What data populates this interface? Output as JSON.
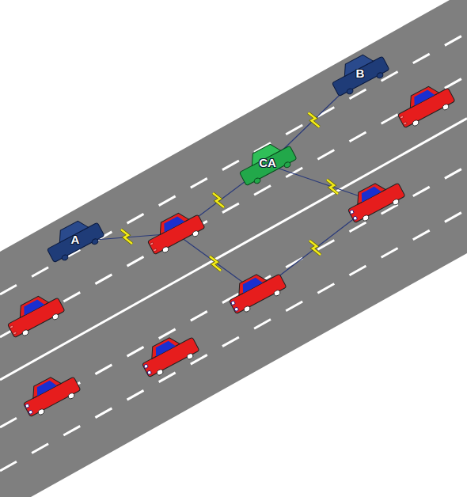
{
  "diagram": {
    "nodes": [
      {
        "text": [
          "B"
        ]
      },
      {
        "text": [
          "CA"
        ]
      },
      {
        "text": [
          "A"
        ]
      }
    ],
    "edges": [
      {
        "from": 1,
        "to": 0,
        "arrow": "none"
      }
    ]
  }
}
